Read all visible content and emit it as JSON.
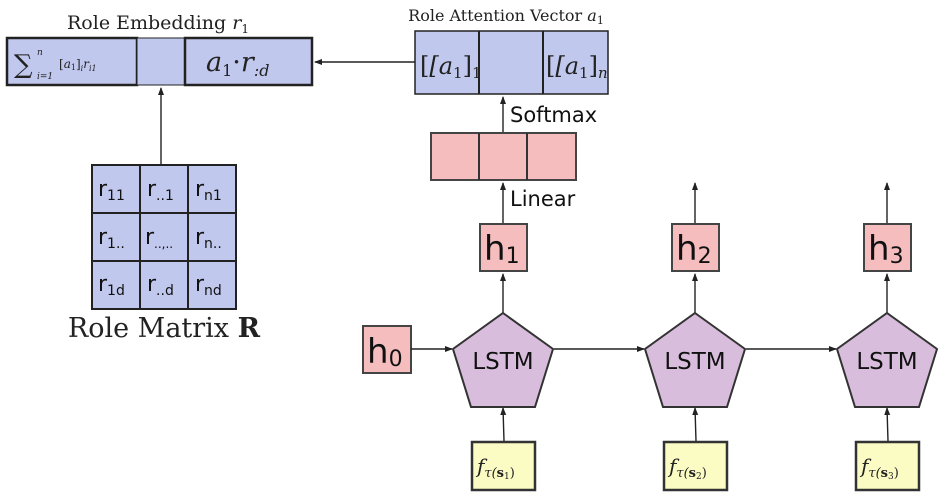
{
  "colors": {
    "role_blue": "#c1c8ee",
    "hidden_pink": "#f5bdbd",
    "lstm_purple": "#d9bddd",
    "input_yellow": "#fbfbc4"
  },
  "role_embedding": {
    "title": "Role Embedding",
    "title_var": "r",
    "title_sub": "1",
    "cells": {
      "sum_main": "∑",
      "sum_sup": "n",
      "sum_sub": "i=1",
      "sum_term": "[a",
      "sum_term_sub1": "1",
      "sum_term_rest": "]",
      "sum_term_sub_i": "i",
      "sum_r": "r",
      "sum_r_sub": "i1",
      "middle": "",
      "right_a": "a",
      "right_a_sub": "1",
      "right_dot": "·",
      "right_r": "r",
      "right_r_sub": ":d"
    }
  },
  "role_attention": {
    "title": "Role Attention Vector",
    "title_var": "a",
    "title_sub": "1",
    "cells": [
      {
        "label": "[a",
        "sub1": "1",
        "close": "]",
        "sub2": "1"
      },
      {
        "label": "",
        "sub1": "",
        "close": "",
        "sub2": ""
      },
      {
        "label": "[a",
        "sub1": "1",
        "close": "]",
        "sub2": "n"
      }
    ]
  },
  "labels": {
    "softmax": "Softmax",
    "linear": "Linear"
  },
  "role_matrix": {
    "title": "Role Matrix",
    "title_bold": "R",
    "cells": [
      [
        {
          "base": "r",
          "sub": "11"
        },
        {
          "base": "r",
          "sub": "..1"
        },
        {
          "base": "r",
          "sub": "n1"
        }
      ],
      [
        {
          "base": "r",
          "sub": "1.."
        },
        {
          "base": "r",
          "sub": "..,.."
        },
        {
          "base": "r",
          "sub": "n.."
        }
      ],
      [
        {
          "base": "r",
          "sub": "1d"
        },
        {
          "base": "r",
          "sub": "..d"
        },
        {
          "base": "r",
          "sub": "nd"
        }
      ]
    ]
  },
  "hidden_states": [
    {
      "base": "h",
      "sub": "0"
    },
    {
      "base": "h",
      "sub": "1"
    },
    {
      "base": "h",
      "sub": "2"
    },
    {
      "base": "h",
      "sub": "3"
    }
  ],
  "lstm_cells": [
    {
      "label": "LSTM"
    },
    {
      "label": "LSTM"
    },
    {
      "label": "LSTM"
    }
  ],
  "inputs": [
    {
      "f": "f",
      "tau": "τ(",
      "s": "s",
      "sub": "1",
      "close": ")"
    },
    {
      "f": "f",
      "tau": "τ(",
      "s": "s",
      "sub": "2",
      "close": ")"
    },
    {
      "f": "f",
      "tau": "τ(",
      "s": "s",
      "sub": "3",
      "close": ")"
    }
  ]
}
